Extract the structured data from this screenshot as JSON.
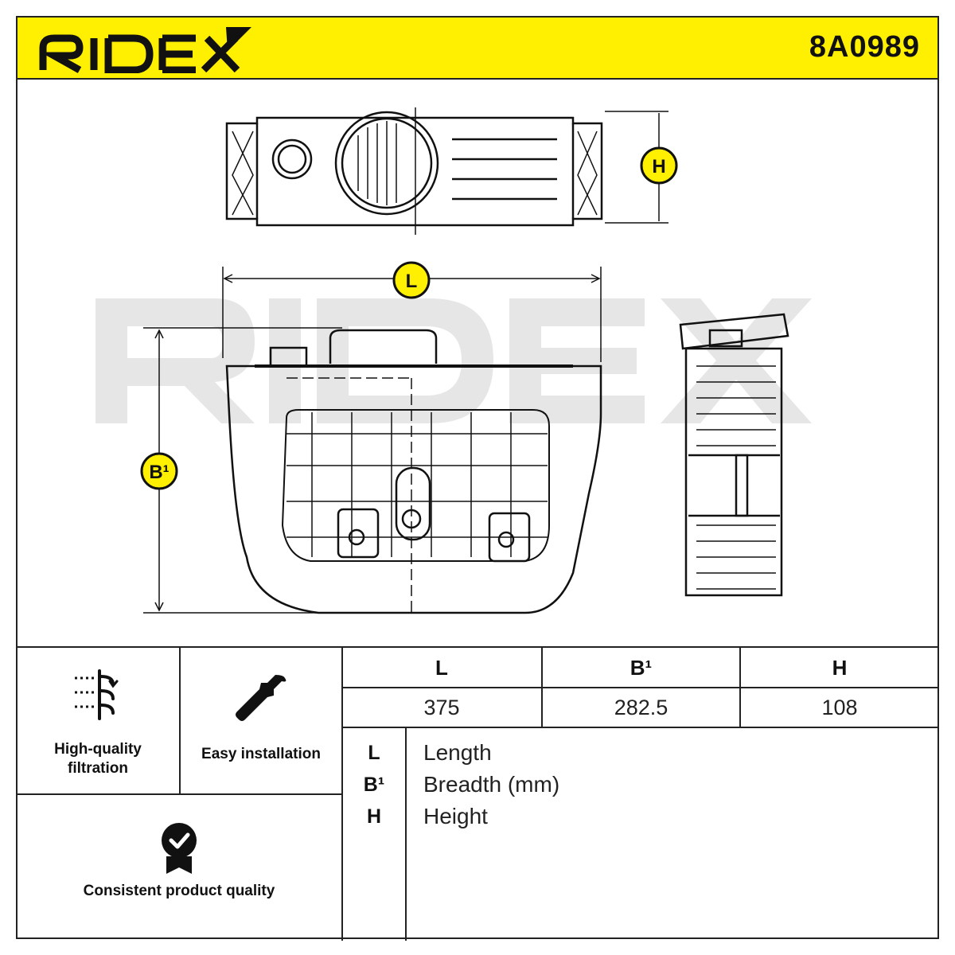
{
  "header": {
    "brand": "RIDEX",
    "part_number": "8A0989",
    "background_color": "#ffef00"
  },
  "drawing": {
    "dimension_labels": {
      "length": "L",
      "breadth": "B¹",
      "height": "H"
    },
    "watermark_icon": "ridex-watermark"
  },
  "features": [
    {
      "icon": "filtration-icon",
      "label": "High-quality filtration"
    },
    {
      "icon": "wrench-icon",
      "label": "Easy installation"
    },
    {
      "icon": "quality-badge-icon",
      "label": "Consistent product quality"
    }
  ],
  "dimensions_table": {
    "headers": [
      "L",
      "B¹",
      "H"
    ],
    "values": [
      "375",
      "282.5",
      "108"
    ]
  },
  "legend": [
    {
      "key": "L",
      "description": "Length"
    },
    {
      "key": "B¹",
      "description": "Breadth (mm)"
    },
    {
      "key": "H",
      "description": "Height"
    }
  ]
}
